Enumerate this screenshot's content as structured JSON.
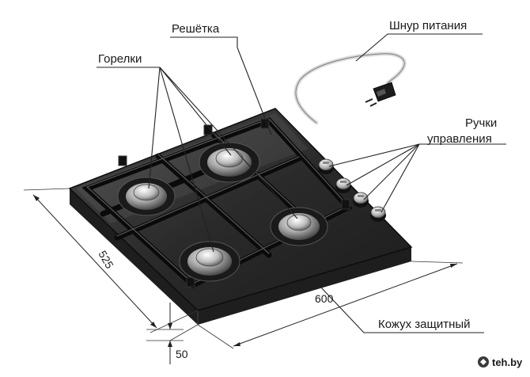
{
  "labels": {
    "burners": "Горелки",
    "grate": "Решётка",
    "power_cord": "Шнур питания",
    "knobs_line1": "Ручки",
    "knobs_line2": "управления",
    "casing": "Кожух защитный"
  },
  "dimensions": {
    "width": "600",
    "depth": "525",
    "height": "50"
  },
  "watermark": {
    "text": "teh.by"
  }
}
